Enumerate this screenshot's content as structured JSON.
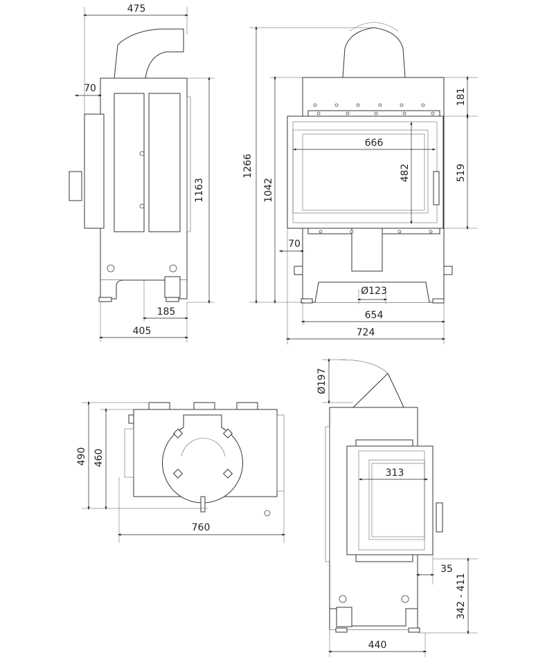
{
  "views": {
    "side_left": {
      "dims": {
        "width_total": "475",
        "door_offset": "70",
        "height": "1163",
        "leg_spacing": "185",
        "depth": "405"
      }
    },
    "front": {
      "dims": {
        "total_height": "1266",
        "body_height": "1042",
        "top_to_door": "181",
        "glass_width": "666",
        "glass_height": "482",
        "door_height": "519",
        "door_overhang": "70",
        "air_inlet": "Ø123",
        "inner_width": "654",
        "total_width": "724"
      }
    },
    "top": {
      "dims": {
        "depth_total": "490",
        "depth_body": "460",
        "width": "760"
      }
    },
    "side_right": {
      "dims": {
        "flue_diameter": "Ø197",
        "glass_width": "313",
        "door_offset": "35",
        "floor_to_door": "342 - 411",
        "width": "440"
      }
    }
  }
}
